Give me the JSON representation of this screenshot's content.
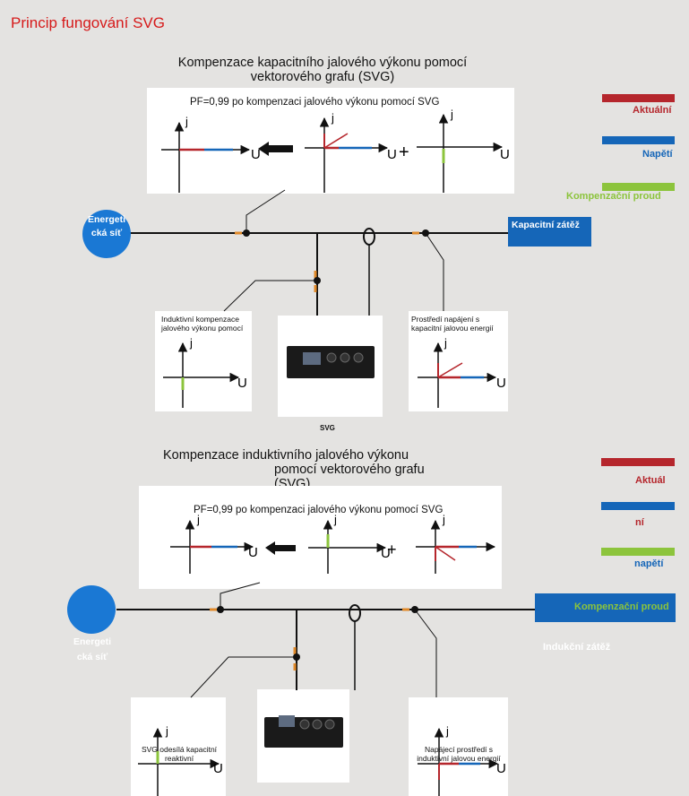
{
  "title": "Princip fungování SVG",
  "section1": {
    "header_line1": "Kompenzace kapacitního jalového výkonu pomocí",
    "header_line2": "vektorového grafu (SVG)",
    "panel_text": "PF=0,99 po kompenzaci jalového výkonu pomocí SVG",
    "grid_node": "Energetická síť",
    "load_box": "Kapacitní zátěž",
    "left_panel_text": "Induktivní kompenzace jalového výkonu pomocí",
    "right_panel_text": "Prostředí napájení s kapacitní jalovou energií",
    "device_label": "SVG",
    "legend": [
      "Aktuální",
      "Napětí",
      "Kompenzační proud"
    ]
  },
  "section2": {
    "header_line1": "Kompenzace induktivního jalového výkonu",
    "header_line2": "pomocí vektorového grafu",
    "header_line3": "(SVG)",
    "panel_text": "PF=0,99 po kompenzaci jalového výkonu pomocí SVG",
    "grid_node": "Energetická síť",
    "load_box_label": "Kompenzační proud",
    "load_caption": "Indukční zátěž",
    "left_panel_text": "SVG odesílá kapacitní reaktivní",
    "right_panel_text": "Napájecí prostředí s induktivní jalovou energií",
    "legend": [
      "Aktuál",
      "ní",
      "napětí"
    ]
  },
  "axis_labels": {
    "j": "j",
    "u": "U",
    "plus": "+"
  },
  "colors": {
    "current": "#b5262c",
    "voltage": "#1566b8",
    "compensation": "#8cc43c",
    "grid_node": "#1a78d4",
    "title": "#d61a1a"
  }
}
